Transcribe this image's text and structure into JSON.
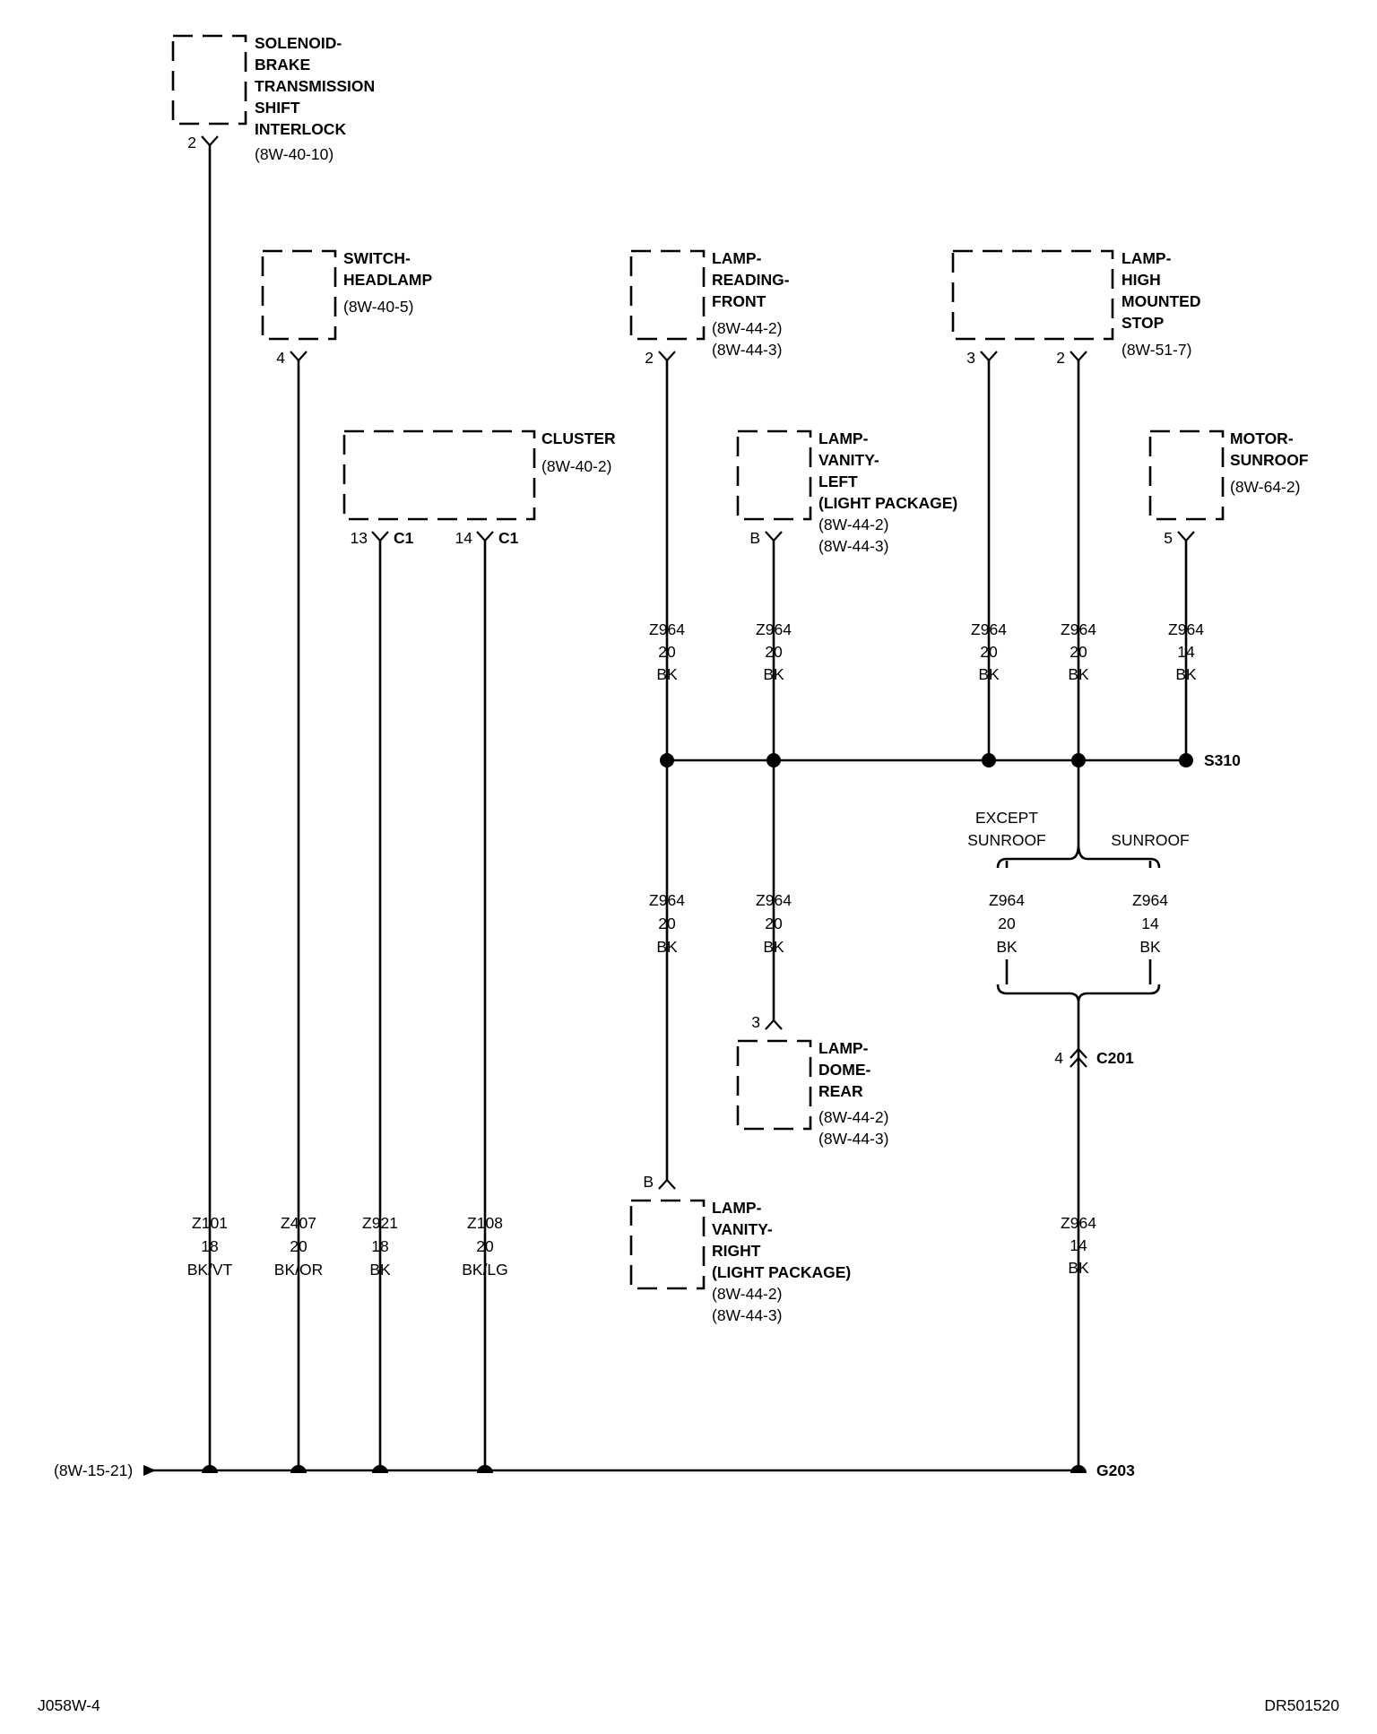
{
  "components": {
    "shift_interlock": {
      "lines": [
        "SOLENOID-",
        "BRAKE",
        "TRANSMISSION",
        "SHIFT",
        "INTERLOCK"
      ],
      "ref": "(8W-40-10)",
      "pin": "2"
    },
    "headlamp_switch": {
      "lines": [
        "SWITCH-",
        "HEADLAMP"
      ],
      "ref": "(8W-40-5)",
      "pin": "4"
    },
    "cluster": {
      "lines": [
        "CLUSTER"
      ],
      "ref": "(8W-40-2)",
      "pins": [
        {
          "pin": "13",
          "conn": "C1"
        },
        {
          "pin": "14",
          "conn": "C1"
        }
      ]
    },
    "reading_lamp_front": {
      "lines": [
        "LAMP-",
        "READING-",
        "FRONT"
      ],
      "refs": [
        "(8W-44-2)",
        "(8W-44-3)"
      ],
      "pin": "2"
    },
    "vanity_lamp_left": {
      "lines": [
        "LAMP-",
        "VANITY-",
        "LEFT",
        "(LIGHT PACKAGE)"
      ],
      "refs": [
        "(8W-44-2)",
        "(8W-44-3)"
      ],
      "pin": "B"
    },
    "high_mounted_stop": {
      "lines": [
        "LAMP-",
        "HIGH",
        "MOUNTED",
        "STOP"
      ],
      "ref": "(8W-51-7)",
      "pins": [
        "3",
        "2"
      ]
    },
    "sunroof_motor": {
      "lines": [
        "MOTOR-",
        "SUNROOF"
      ],
      "ref": "(8W-64-2)",
      "pin": "5"
    },
    "dome_lamp_rear": {
      "lines": [
        "LAMP-",
        "DOME-",
        "REAR"
      ],
      "refs": [
        "(8W-44-2)",
        "(8W-44-3)"
      ],
      "pin": "3"
    },
    "vanity_lamp_right": {
      "lines": [
        "LAMP-",
        "VANITY-",
        "RIGHT",
        "(LIGHT PACKAGE)"
      ],
      "refs": [
        "(8W-44-2)",
        "(8W-44-3)"
      ],
      "pin": "B"
    }
  },
  "wires": {
    "reading_front_upper": [
      "Z964",
      "20",
      "BK"
    ],
    "vanity_left_upper": [
      "Z964",
      "20",
      "BK"
    ],
    "stop_pin3": [
      "Z964",
      "20",
      "BK"
    ],
    "stop_pin2": [
      "Z964",
      "20",
      "BK"
    ],
    "sunroof_motor": [
      "Z964",
      "14",
      "BK"
    ],
    "vanity_right_lower": [
      "Z964",
      "20",
      "BK"
    ],
    "dome_rear_lower": [
      "Z964",
      "20",
      "BK"
    ],
    "except_sunroof": [
      "Z964",
      "20",
      "BK"
    ],
    "sunroof": [
      "Z964",
      "14",
      "BK"
    ],
    "to_g203": [
      "Z964",
      "14",
      "BK"
    ],
    "z101": [
      "Z101",
      "18",
      "BK/VT"
    ],
    "z407": [
      "Z407",
      "20",
      "BK/OR"
    ],
    "z921": [
      "Z921",
      "18",
      "BK"
    ],
    "z108": [
      "Z108",
      "20",
      "BK/LG"
    ]
  },
  "splice": "S310",
  "options": {
    "except_sunroof": [
      "EXCEPT",
      "SUNROOF"
    ],
    "sunroof": "SUNROOF"
  },
  "connector": {
    "pin": "4",
    "name": "C201"
  },
  "ground": "G203",
  "ground_ref": "(8W-15-21)",
  "footer": {
    "left": "J058W-4",
    "right": "DR501520"
  }
}
